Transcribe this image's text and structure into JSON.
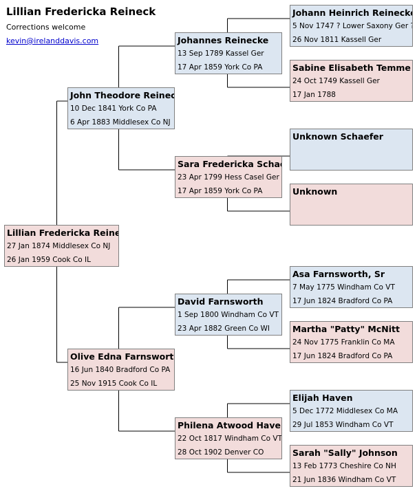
{
  "header": {
    "title": "Lillian Fredericka Reineck",
    "subtitle": "Corrections welcome",
    "email": "kevin@irelanddavis.com "
  },
  "people": {
    "p1": {
      "name": "Lillian Fredericka Reineck",
      "birth": "27 Jan 1874 Middlesex Co NJ",
      "death": "26 Jan 1959 Cook Co IL",
      "sex": "F"
    },
    "p2": {
      "name": "John Theodore Reineck",
      "birth": "10 Dec 1841 York Co PA",
      "death": "6 Apr 1883 Middlesex Co NJ",
      "sex": "M"
    },
    "p3": {
      "name": "Olive Edna Farnsworth",
      "birth": "16 Jun 1840 Bradford Co PA",
      "death": "25 Nov 1915 Cook Co IL",
      "sex": "F"
    },
    "p4": {
      "name": "Johannes Reinecke",
      "birth": "13 Sep 1789 Kassel Ger",
      "death": "17 Apr 1859 York Co PA",
      "sex": "M"
    },
    "p5": {
      "name": "Sara Fredericka Schaefer",
      "birth": "23 Apr 1799 Hess Casel Ger",
      "death": "17 Apr 1859 York Co PA",
      "sex": "F"
    },
    "p6": {
      "name": "David Farnsworth",
      "birth": "1 Sep 1800 Windham Co VT",
      "death": "23 Apr 1882 Green Co WI",
      "sex": "M"
    },
    "p7": {
      "name": "Philena Atwood Haven",
      "birth": "22 Oct 1817 Windham Co VT",
      "death": "28 Oct 1902 Denver CO",
      "sex": "F"
    },
    "p8": {
      "name": "Johann Heinrich Reinecke",
      "birth": "5 Nov 1747 ? Lower Saxony Ger ?",
      "death": "26 Nov 1811 Kassell Ger",
      "sex": "M"
    },
    "p9": {
      "name": "Sabine Elisabeth Temme ?",
      "birth": "24 Oct 1749 Kassell Ger",
      "death": "17 Jan 1788",
      "sex": "F"
    },
    "p10": {
      "name": "Unknown Schaefer",
      "birth": "",
      "death": "",
      "sex": "M"
    },
    "p11": {
      "name": "Unknown",
      "birth": "",
      "death": "",
      "sex": "F"
    },
    "p12": {
      "name": "Asa Farnsworth, Sr",
      "birth": "7 May 1775 Windham Co VT",
      "death": "17 Jun 1824 Bradford Co PA",
      "sex": "M"
    },
    "p13": {
      "name": "Martha \"Patty\" McNitt",
      "birth": "24 Nov 1775 Franklin Co MA",
      "death": "17 Jun 1824 Bradford Co PA",
      "sex": "F"
    },
    "p14": {
      "name": "Elijah Haven",
      "birth": "5 Dec 1772 Middlesex Co MA",
      "death": "29 Jul 1853 Windham Co VT",
      "sex": "M"
    },
    "p15": {
      "name": "Sarah \"Sally\" Johnson",
      "birth": "13 Feb 1773 Cheshire Co NH",
      "death": "21 Jun 1836 Windham Co VT",
      "sex": "F"
    }
  },
  "colors": {
    "male_fill": "#dce6f1",
    "female_fill": "#f2dcdb",
    "border": "#7f7f7f",
    "connector": "#000000",
    "link": "#0000cc"
  }
}
